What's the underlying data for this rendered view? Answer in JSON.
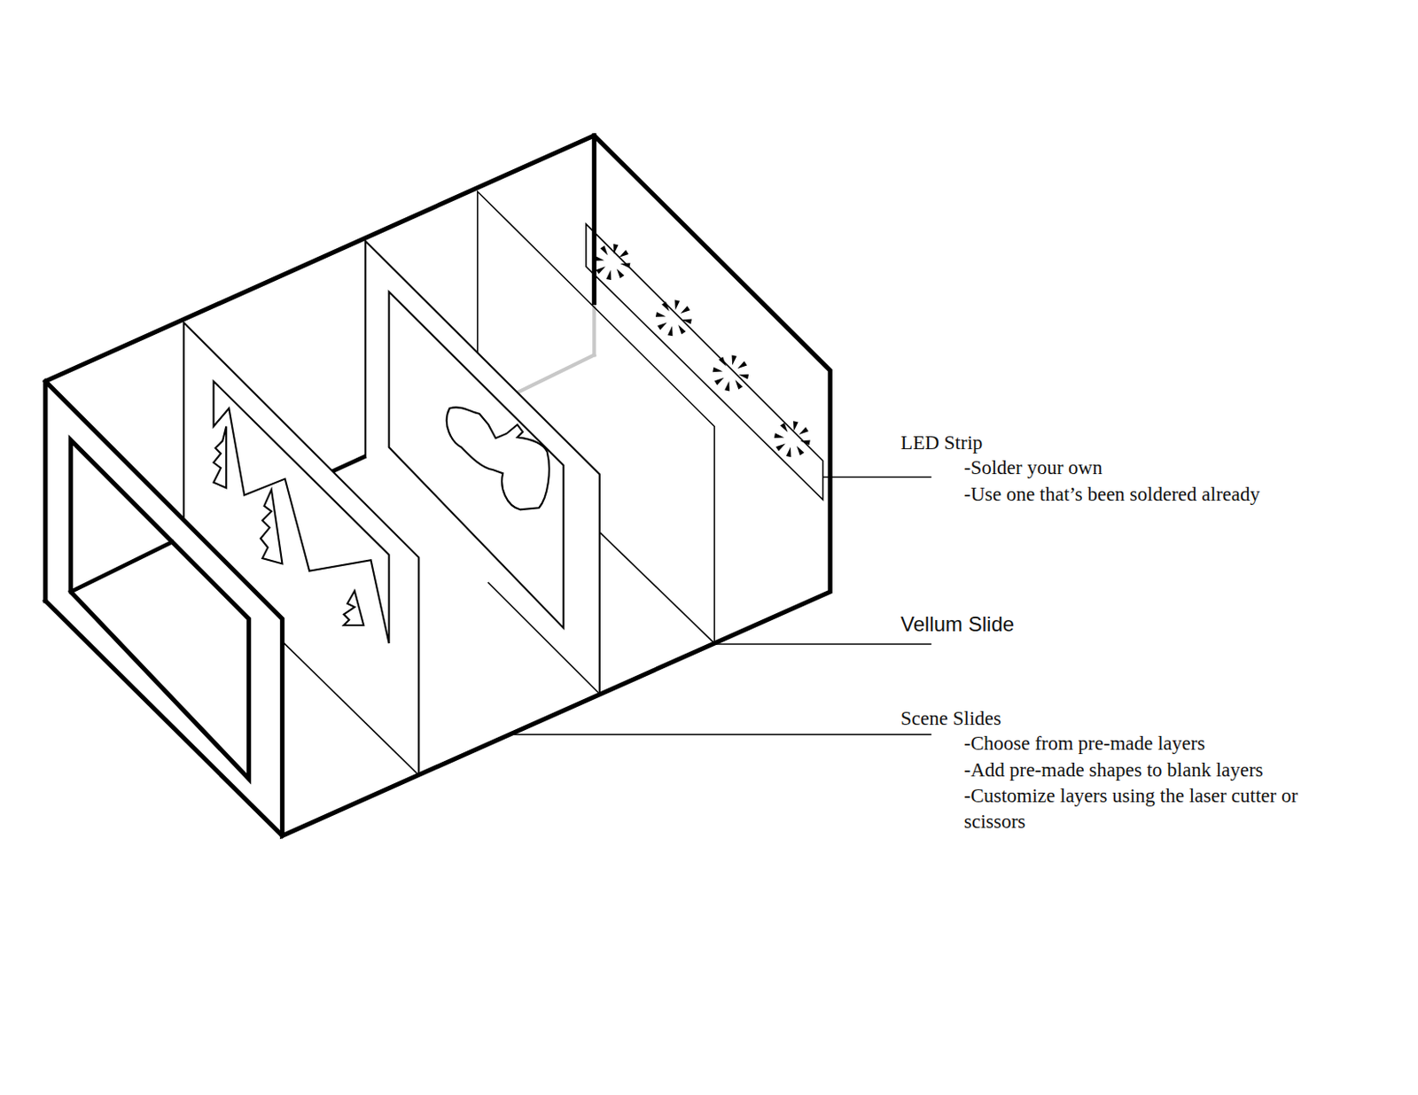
{
  "diagram": {
    "labels": [
      "LED Strip",
      "-Solder your own",
      "-Use one that’s been soldered already",
      "Vellum Slide",
      "Scene Slides",
      "-Choose from pre-made layers",
      "-Add pre-made shapes to blank layers",
      "-Customize layers using the laser cutter or scissors"
    ]
  }
}
